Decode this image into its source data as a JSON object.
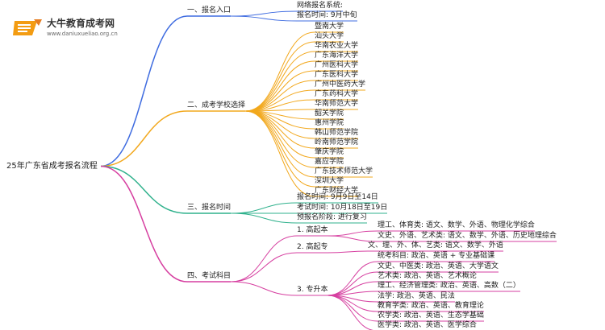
{
  "brand": {
    "name": "大牛教育成考网",
    "url": "www.daniuxueliao.org.cn"
  },
  "root": "25年广东省成考报名流程",
  "branches": [
    {
      "label": "一、报名入口",
      "color": "#3f6ce0",
      "children": [
        "网络报名系统:",
        "报名时间: 9月中旬"
      ]
    },
    {
      "label": "二、成考学校选择",
      "color": "#f2a81d",
      "children": [
        "暨南大学",
        "汕头大学",
        "华南农业大学",
        "广东海洋大学",
        "广州医科大学",
        "广东医科大学",
        "广州中医药大学",
        "广东药科大学",
        "华南师范大学",
        "韶关学院",
        "惠州学院",
        "韩山师范学院",
        "岭南师范学院",
        "肇庆学院",
        "嘉应学院",
        "广东技术师范大学",
        "深圳大学",
        "广东财经大学"
      ]
    },
    {
      "label": "三、报名时间",
      "color": "#2fb18c",
      "children": [
        "报名时间: 9月9日至14日",
        "考试时间: 10月18日至19日",
        "预报名阶段: 进行复习"
      ]
    },
    {
      "label": "四、考试科目",
      "color": "#d63fa0",
      "children": [
        {
          "label": "1. 高起本",
          "children": [
            "理工、体育类: 语文、数学、外语、物理化学综合",
            "文史、外语、艺术类: 语文、数学、外语、历史地理综合"
          ]
        },
        {
          "label": "2. 高起专",
          "children": [
            "文、理、外、体、艺类: 语文、数学、外语"
          ]
        },
        {
          "label": "3. 专升本",
          "children": [
            "统考科目: 政治、英语 + 专业基础课",
            "文史、中医类: 政治、英语、大学语文",
            "艺术类: 政治、英语、艺术概论",
            "理工、经济管理类: 政治、英语、高数（二）",
            "法学: 政治、英语、民法",
            "教育学类: 政治、英语、教育理论",
            "农学类: 政治、英语、生态学基础",
            "医学类: 政治、英语、医学综合"
          ]
        }
      ]
    }
  ]
}
